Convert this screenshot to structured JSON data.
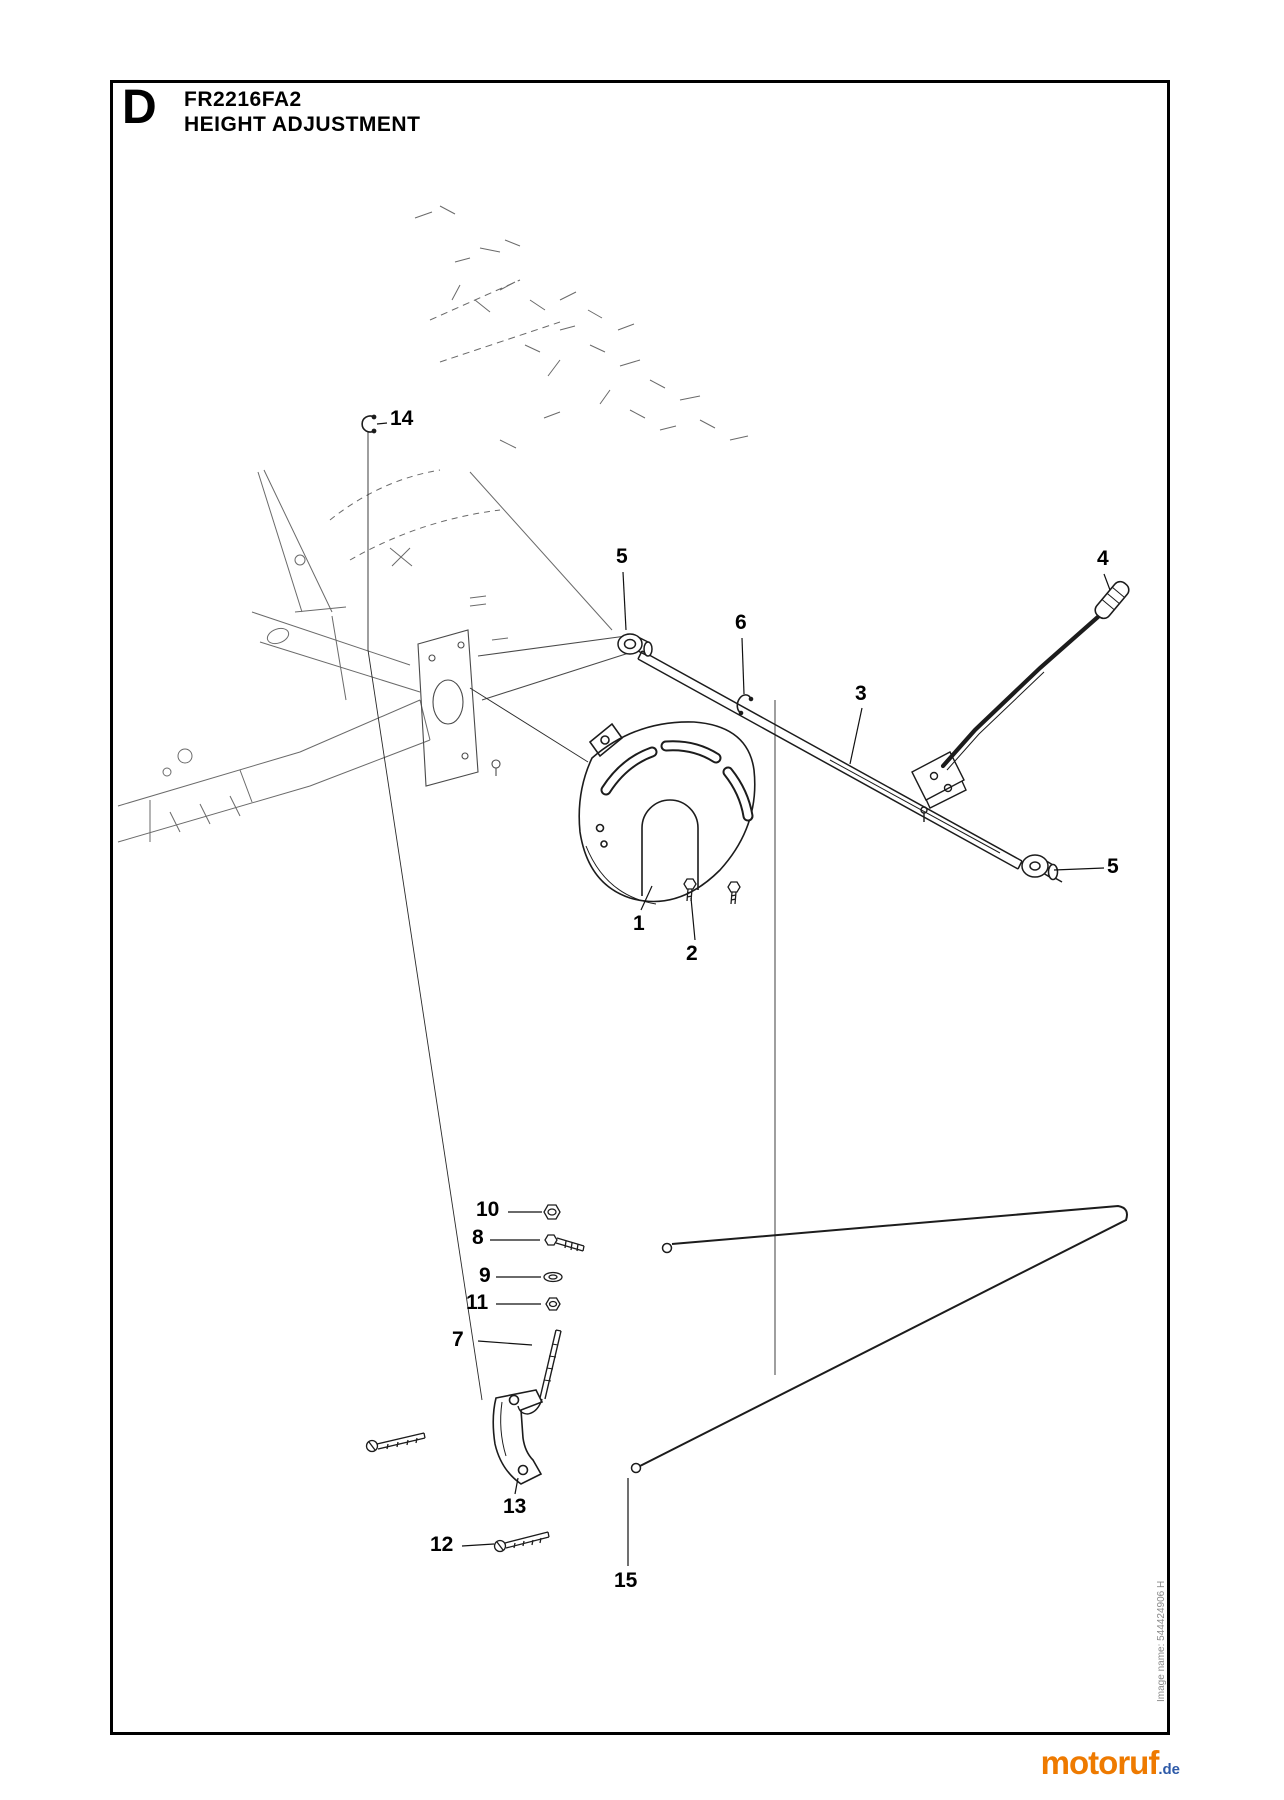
{
  "header": {
    "section_letter": "D",
    "model": "FR2216FA2",
    "title": "HEIGHT ADJUSTMENT"
  },
  "callouts": {
    "c14": "14",
    "c5a": "5",
    "c6": "6",
    "c4": "4",
    "c3": "3",
    "c5b": "5",
    "c1": "1",
    "c2": "2",
    "c10": "10",
    "c8": "8",
    "c9": "9",
    "c11": "11",
    "c7": "7",
    "c13": "13",
    "c12": "12",
    "c15": "15"
  },
  "footer": {
    "brand": "motoruf",
    "brand_suffix": ".de",
    "image_name": "Image name: 544424906 H"
  },
  "colors": {
    "brand_orange": "#ee7a00",
    "brand_blue": "#2e5aa8",
    "line_black": "#1c1c1c",
    "ghost_gray": "#6a6a6a"
  }
}
